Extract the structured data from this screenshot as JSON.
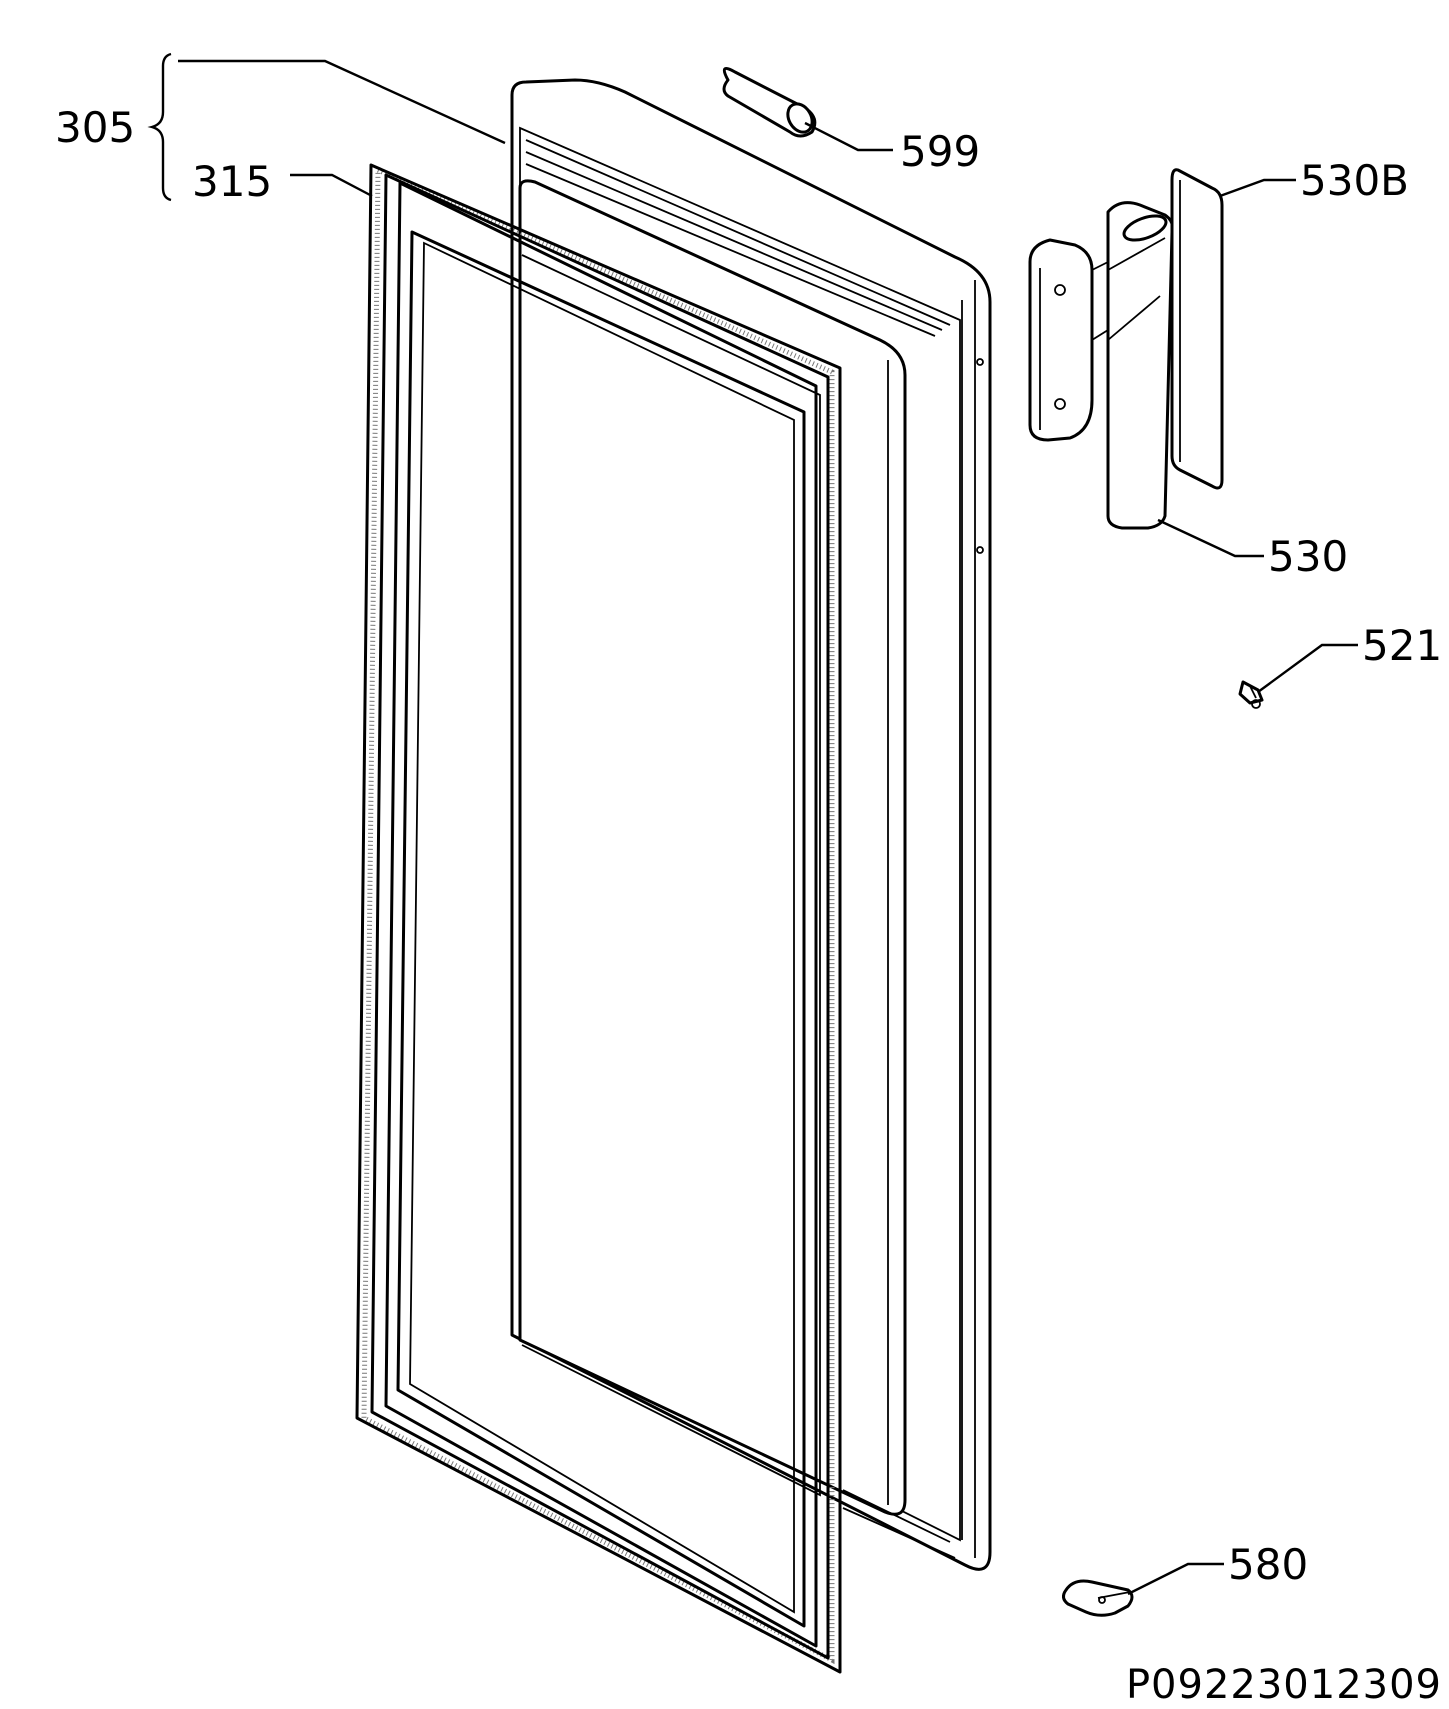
{
  "diagram": {
    "callouts": {
      "c305": "305",
      "c315": "315",
      "c599": "599",
      "c530b": "530B",
      "c530": "530",
      "c521": "521",
      "c580": "580"
    },
    "document_code": "P09223012309"
  }
}
